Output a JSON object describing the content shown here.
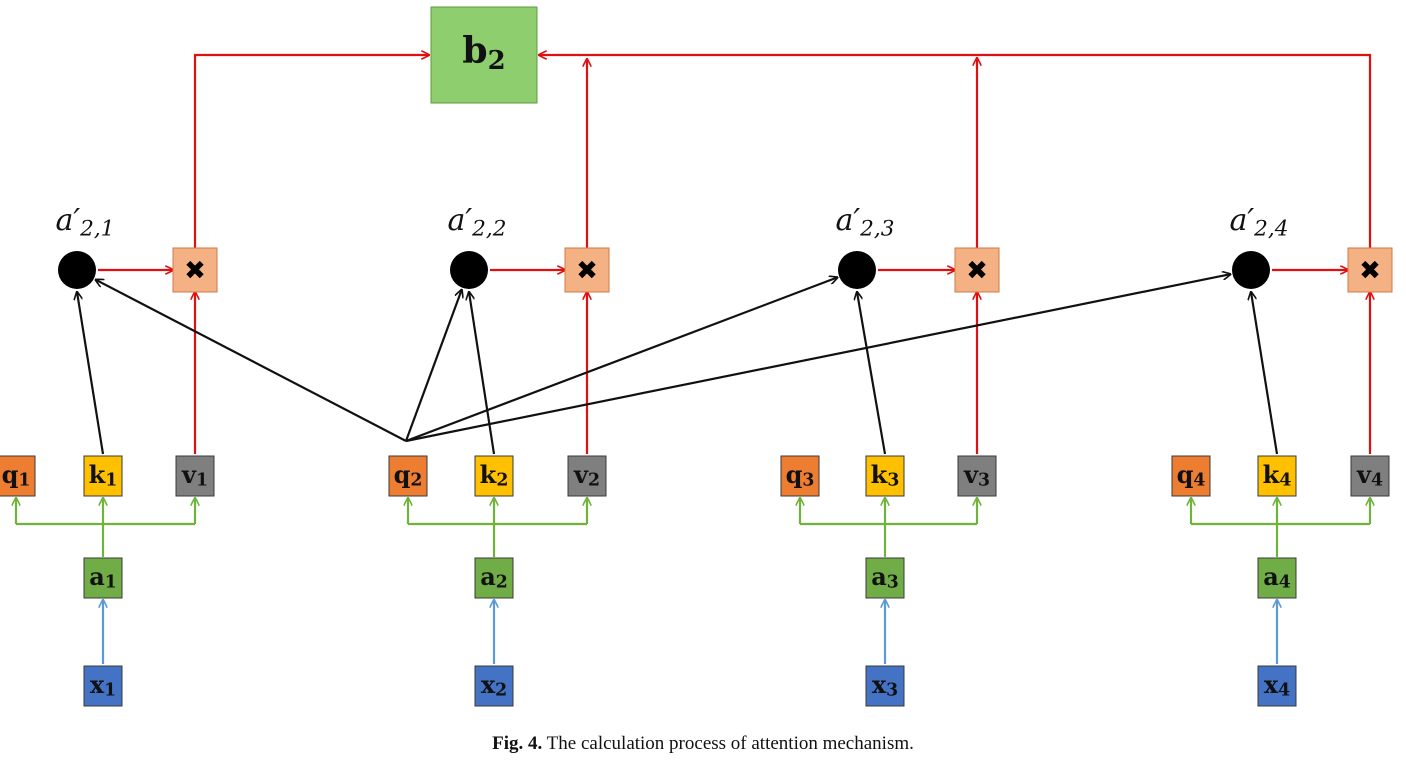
{
  "output": {
    "symbol": "b",
    "sub": "2"
  },
  "groups": [
    {
      "q": {
        "symbol": "q",
        "sub": "1"
      },
      "k": {
        "symbol": "k",
        "sub": "1"
      },
      "v": {
        "symbol": "v",
        "sub": "1"
      },
      "a": {
        "symbol": "a",
        "sub": "1"
      },
      "x": {
        "symbol": "x",
        "sub": "1"
      },
      "alpha": {
        "symbol": "a′",
        "sub": "2,1"
      },
      "mult": "✖"
    },
    {
      "q": {
        "symbol": "q",
        "sub": "2"
      },
      "k": {
        "symbol": "k",
        "sub": "2"
      },
      "v": {
        "symbol": "v",
        "sub": "2"
      },
      "a": {
        "symbol": "a",
        "sub": "2"
      },
      "x": {
        "symbol": "x",
        "sub": "2"
      },
      "alpha": {
        "symbol": "a′",
        "sub": "2,2"
      },
      "mult": "✖"
    },
    {
      "q": {
        "symbol": "q",
        "sub": "3"
      },
      "k": {
        "symbol": "k",
        "sub": "3"
      },
      "v": {
        "symbol": "v",
        "sub": "3"
      },
      "a": {
        "symbol": "a",
        "sub": "3"
      },
      "x": {
        "symbol": "x",
        "sub": "3"
      },
      "alpha": {
        "symbol": "a′",
        "sub": "2,3"
      },
      "mult": "✖"
    },
    {
      "q": {
        "symbol": "q",
        "sub": "4"
      },
      "k": {
        "symbol": "k",
        "sub": "4"
      },
      "v": {
        "symbol": "v",
        "sub": "4"
      },
      "a": {
        "symbol": "a",
        "sub": "4"
      },
      "x": {
        "symbol": "x",
        "sub": "4"
      },
      "alpha": {
        "symbol": "a′",
        "sub": "2,4"
      },
      "mult": "✖"
    }
  ],
  "caption": {
    "label": "Fig. 4.",
    "text": "The calculation process of attention mechanism."
  },
  "colors": {
    "q": "#ed7d31",
    "k": "#ffc000",
    "v": "#7f7f7f",
    "a": "#70ad47",
    "x": "#4472c4",
    "output": "#8fce6f",
    "mult": "#f4b183",
    "red": "#e01010",
    "black": "#111111",
    "green": "#6fb33b",
    "blue": "#5b9bd5"
  }
}
